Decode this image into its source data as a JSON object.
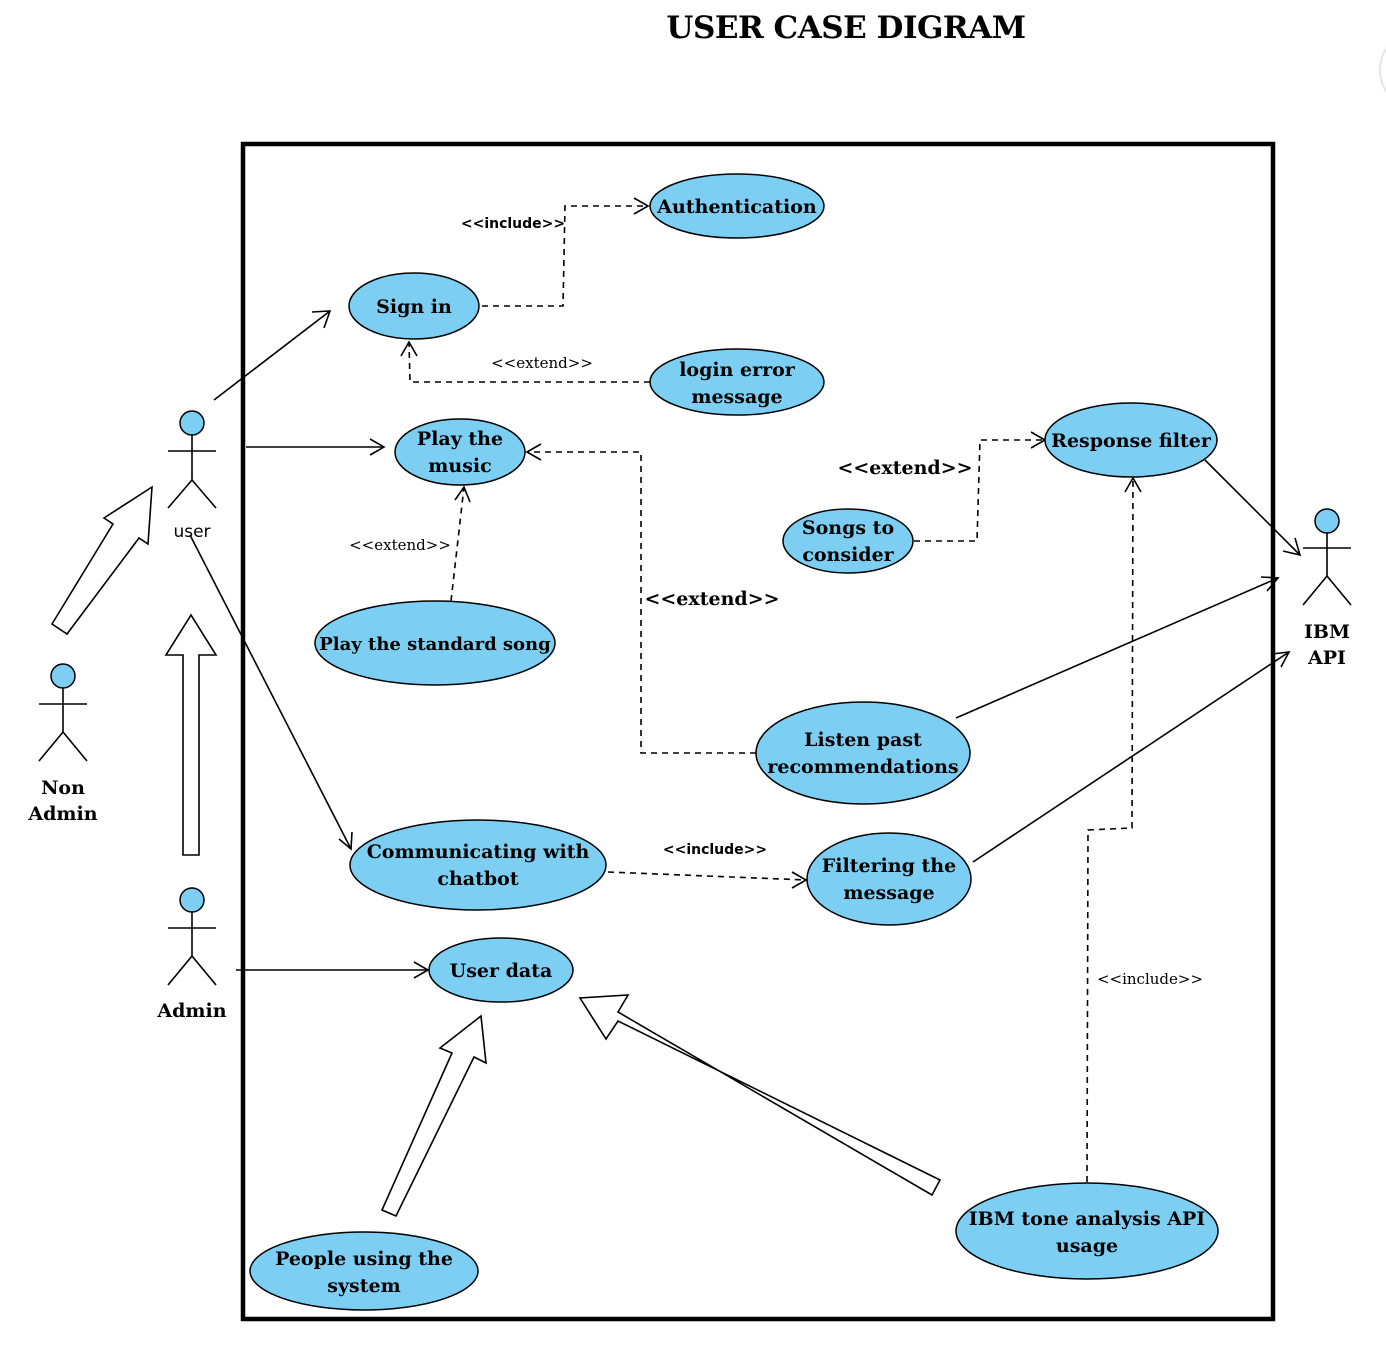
{
  "title": "USER CASE DIGRAM",
  "actors": {
    "user": "user",
    "non_admin_line1": "Non",
    "non_admin_line2": "Admin",
    "admin": "Admin",
    "ibm_api_line1": "IBM",
    "ibm_api_line2": "API"
  },
  "use_cases": {
    "authentication": "Authentication",
    "sign_in": "Sign in",
    "login_error_line1": "login error",
    "login_error_line2": "message",
    "play_music_line1": "Play the",
    "play_music_line2": "music",
    "response_filter": "Response filter",
    "songs_consider_line1": "Songs to",
    "songs_consider_line2": "consider",
    "play_standard_song": "Play the standard song",
    "listen_past_line1": "Listen past",
    "listen_past_line2": "recommendations",
    "chatbot_line1": "Communicating with",
    "chatbot_line2": "chatbot",
    "filtering_line1": "Filtering the",
    "filtering_line2": "message",
    "user_data": "User data",
    "people_line1": "People using the",
    "people_line2": "system",
    "tone_line1": "IBM tone analysis API",
    "tone_line2": "usage"
  },
  "stereotypes": {
    "include_auth": "<<include>>",
    "extend_login": "<<extend>>",
    "extend_songs": "<<extend>>",
    "extend_standard": "<<extend>>",
    "extend_listen": "<<extend>>",
    "include_filter": "<<include>>",
    "include_tone": "<<include>>"
  },
  "colors": {
    "use_case_fill": "#7ccff3",
    "stroke": "#000000",
    "background": "#ffffff"
  }
}
